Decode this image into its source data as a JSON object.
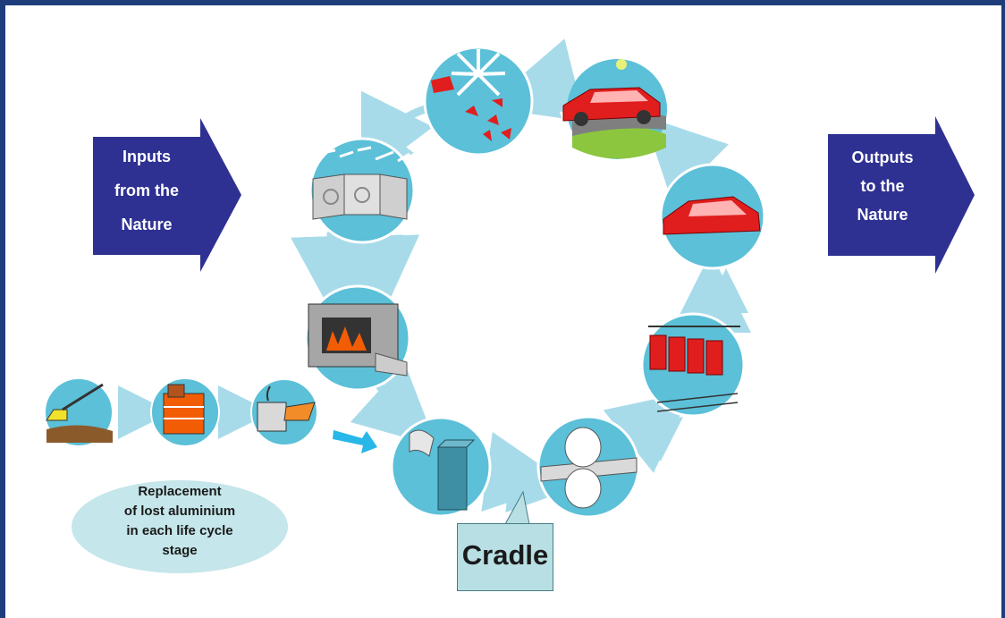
{
  "inputs_arrow": {
    "lines": [
      "Inputs",
      "from the",
      "Nature"
    ]
  },
  "outputs_arrow": {
    "lines": [
      "Outputs",
      "to the",
      "Nature"
    ]
  },
  "replacement_label": {
    "lines": [
      "Replacement",
      "of lost aluminium",
      "in each life cycle",
      "stage"
    ]
  },
  "cradle_label": "Cradle",
  "colors": {
    "arrow_fill": "#2e3192",
    "circle_fill": "#5bc0d8",
    "flow_arrow": "#a8dbea",
    "accent_arrow": "#27b7e8",
    "car_red": "#e01e1e",
    "frame": "#1f3d7a"
  }
}
